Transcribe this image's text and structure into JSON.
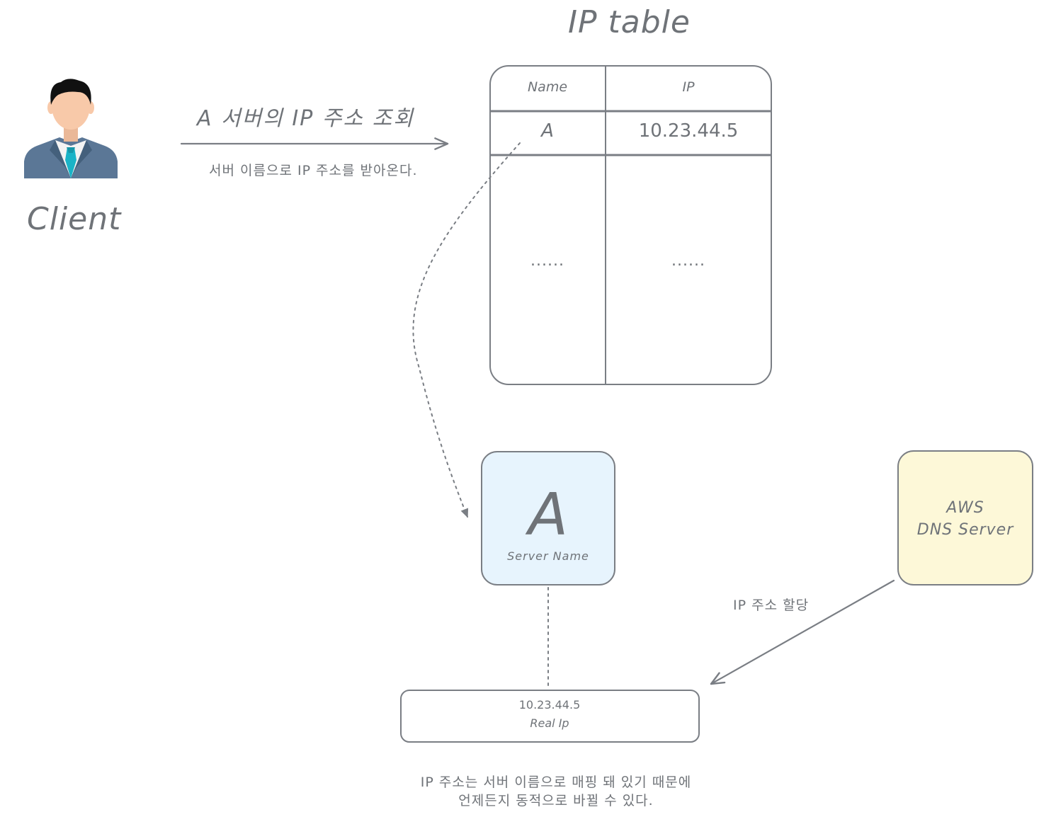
{
  "diagram": {
    "table_title": "IP table",
    "client_label": "Client",
    "query_label": "A 서버의 IP 주소 조회",
    "receive_label": "서버 이름으로 IP 주소를 받아온다.",
    "table": {
      "headers": [
        "Name",
        "IP"
      ],
      "rows": [
        [
          "A",
          "10.23.44.5"
        ],
        [
          "......",
          "......"
        ]
      ]
    },
    "server": {
      "letter": "A",
      "caption": "Server Name"
    },
    "dns_server": {
      "line1": "AWS",
      "line2": "DNS Server"
    },
    "real_ip": {
      "value": "10.23.44.5",
      "caption": "Real Ip"
    },
    "assign_label": "IP 주소 할당",
    "note": {
      "line1": "IP 주소는 서버 이름으로 매핑 돼 있기 때문에",
      "line2": "언제든지 동적으로 바뀔 수 있다."
    },
    "colors": {
      "stroke": "#7a7e84",
      "text": "#6f7378",
      "server_fill": "#e7f4fd",
      "dns_fill": "#fdf8d8",
      "suit": "#5b7796",
      "tie": "#1ab3c7",
      "skin": "#f8c9a9",
      "hair": "#111111"
    }
  }
}
